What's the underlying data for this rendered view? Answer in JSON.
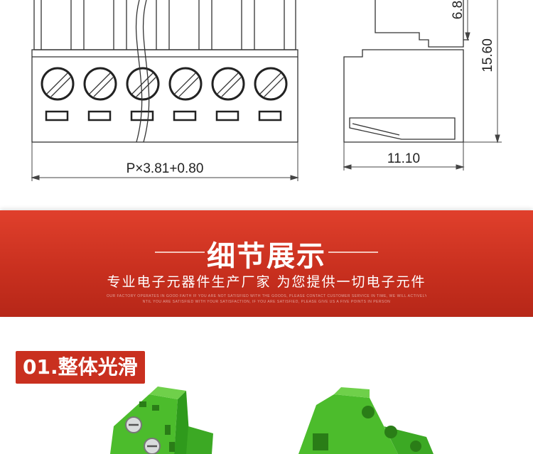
{
  "drawing": {
    "pitch_label": "P×3.81+0.80",
    "depth_label": "11.10",
    "height_label": "15.60",
    "top_label": "6.8"
  },
  "banner": {
    "title": "细节展示",
    "subtitle": "专业电子元器件生产厂家 为您提供一切电子元件",
    "fine_print_1": "OUR FACTORY OPERATES IN GOOD FAITH IF YOU ARE NOT SATISFIED WITH THE GOODS, PLEASE CONTACT CUSTOMER SERVICE IN TIME, WE WILL ACTIVELY SOLVE THE PROBLE",
    "fine_print_2": "NTIL YOU ARE SATISFIED WITH YOUR SATISFACTION, IF YOU ARE SATISFIED, PLEASE GIVE US A FIVE POINTS IN PERSON"
  },
  "section": {
    "label": "01.整体光滑"
  },
  "colors": {
    "banner_red": "#c9301f",
    "product_green": "#4cbc2c"
  }
}
